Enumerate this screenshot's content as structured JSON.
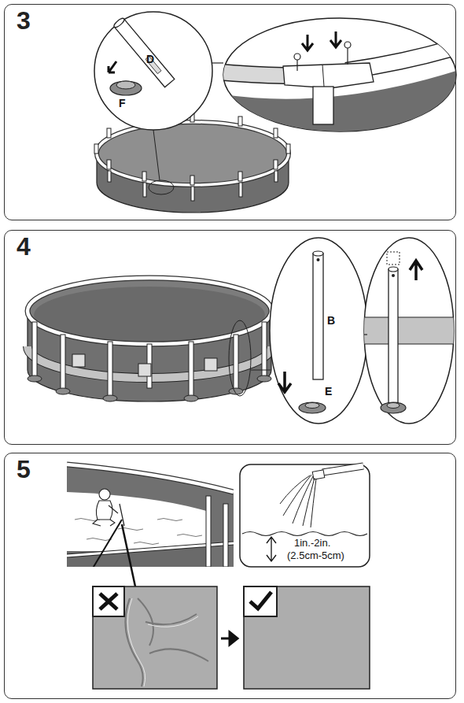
{
  "diagram": {
    "nodes": [
      {
        "text": [
          "3"
        ]
      },
      {
        "text": [
          "4"
        ]
      },
      {
        "text": [
          "5"
        ]
      }
    ],
    "labels": [
      "D",
      "F",
      "B",
      "E",
      "1in.-2in.",
      "(2.5cm-5cm)"
    ]
  }
}
